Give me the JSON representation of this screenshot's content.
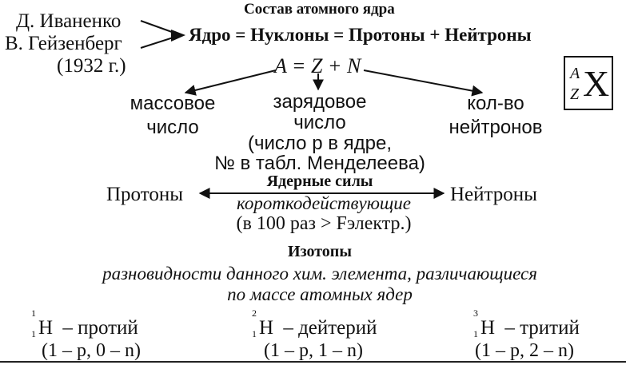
{
  "header": {
    "title": "Состав атомного ядра",
    "author1": "Д. Иваненко",
    "author2": "В. Гейзенберг",
    "year": "(1932 г.)",
    "equation": "Ядро = Нуклоны = Протоны + Нейтроны"
  },
  "formula": {
    "text": "A = Z + N",
    "notation_symbol": "X",
    "notation_sup": "A",
    "notation_sub": "Z"
  },
  "terms": {
    "mass_line1": "массовое",
    "mass_line2": "число",
    "charge_line1": "зарядовое",
    "charge_line2": "число",
    "charge_line3": "(число p в ядре,",
    "charge_line4": "№ в табл. Менделеева)",
    "neutron_line1": "кол-во",
    "neutron_line2": "нейтронов"
  },
  "forces": {
    "title": "Ядерные силы",
    "left": "Протоны",
    "right": "Нейтроны",
    "property": "короткодействующие",
    "comparison": "(в 100 раз > Fэлектр.)"
  },
  "isotopes": {
    "title": "Изотопы",
    "definition_line1": "разновидности данного хим. элемента, различающиеся",
    "definition_line2": "по массе атомных ядер",
    "items": [
      {
        "mass": "1",
        "charge": "1",
        "symbol": "H",
        "name": "– протий",
        "composition": "(1 – p, 0 – n)"
      },
      {
        "mass": "2",
        "charge": "1",
        "symbol": "H",
        "name": "– дейтерий",
        "composition": "(1 – p, 1 – n)"
      },
      {
        "mass": "3",
        "charge": "1",
        "symbol": "H",
        "name": "– тритий",
        "composition": "(1 – p, 2 – n)"
      }
    ]
  },
  "colors": {
    "ink": "#111111",
    "background": "#ffffff"
  }
}
